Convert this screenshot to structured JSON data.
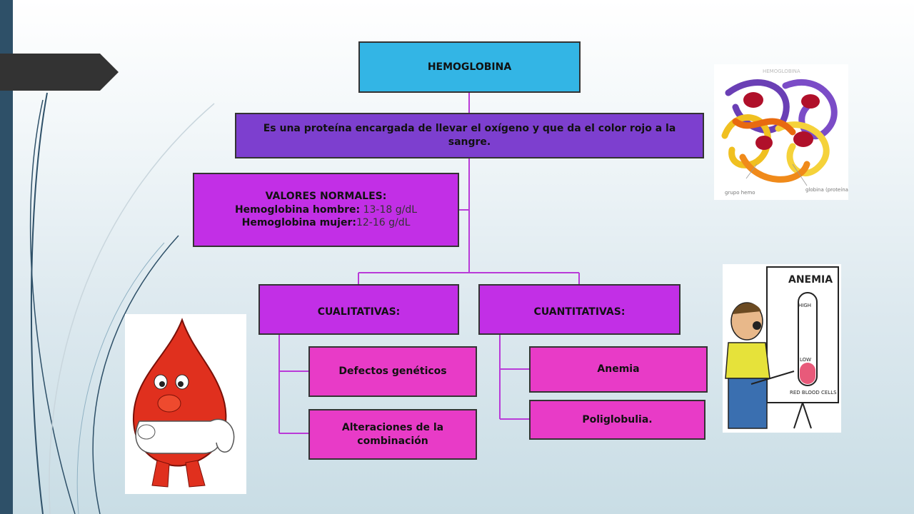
{
  "diagram": {
    "title": "HEMOGLOBINA",
    "definition": "Es una proteína encargada de llevar el oxígeno y que da el color rojo a la sangre.",
    "normal_values": {
      "heading": "VALORES NORMALES:",
      "male_label": "Hemoglobina hombre:",
      "male_value": " 13-18 g/dL",
      "female_label": "Hemoglobina mujer:",
      "female_value": "12-16 g/dL"
    },
    "qualitative": {
      "label": "CUALITATIVAS:",
      "items": [
        "Defectos genéticos",
        "Alteraciones de la combinación"
      ]
    },
    "quantitative": {
      "label": "CUANTITATIVAS:",
      "items": [
        "Anemia",
        "Poliglobulia."
      ]
    }
  },
  "images": {
    "molecule": {
      "caption_top": "HEMOGLOBINA",
      "label_left": "grupo hemo",
      "label_right": "globina (proteína)"
    },
    "anemia_chart": {
      "title": "ANEMIA",
      "high": "HIGH",
      "low": "LOW",
      "footer": "RED BLOOD CELLS"
    }
  },
  "colors": {
    "title_box": "#33b5e5",
    "definition_box": "#7d3fcf",
    "category_box": "#c22fe6",
    "leaf_box": "#e83bc7",
    "connector": "#b93ad8",
    "left_bar": "#2e5068"
  }
}
